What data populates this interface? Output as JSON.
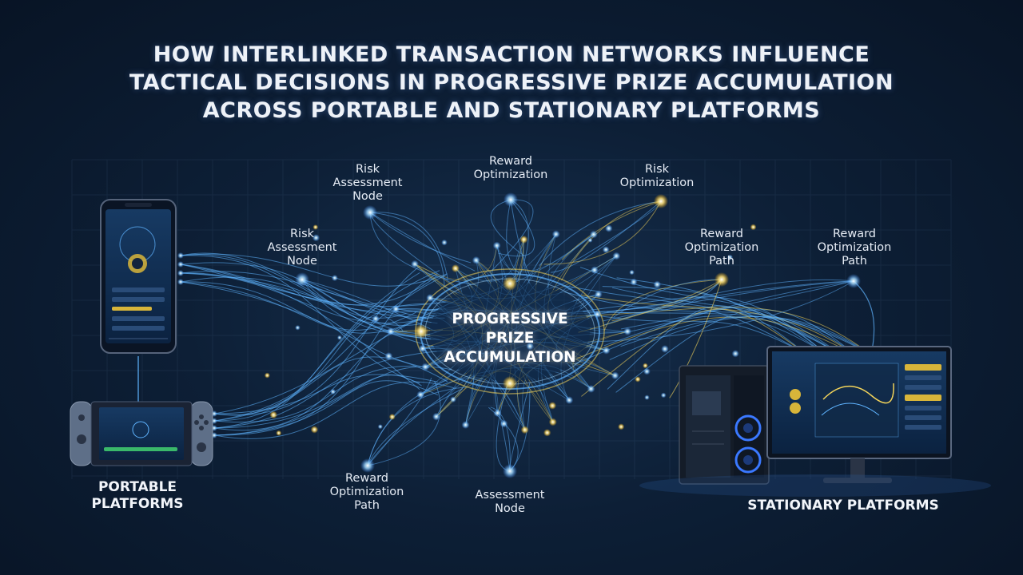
{
  "title": {
    "lines": [
      "HOW INTERLINKED TRANSACTION NETWORKS INFLUENCE",
      "TACTICAL DECISIONS IN PROGRESSIVE PRIZE ACCUMULATION",
      "ACROSS PORTABLE AND STATIONARY PLATFORMS"
    ]
  },
  "center": {
    "lines": [
      "PROGRESSIVE",
      "PRIZE",
      "ACCUMULATION"
    ]
  },
  "nodes": {
    "risk_top": {
      "lines": [
        "Risk",
        "Assessment",
        "Node"
      ]
    },
    "reward_top": {
      "lines": [
        "Reward",
        "Optimization"
      ]
    },
    "risk_opt": {
      "lines": [
        "Risk",
        "Optimization"
      ]
    },
    "risk_left": {
      "lines": [
        "Risk",
        "Assessment",
        "Node"
      ]
    },
    "reward_path_mid": {
      "lines": [
        "Reward",
        "Optimization",
        "Path"
      ]
    },
    "reward_path_right": {
      "lines": [
        "Reward",
        "Optimization",
        "Path"
      ]
    },
    "reward_path_bottom": {
      "lines": [
        "Reward",
        "Optimization",
        "Path"
      ]
    },
    "assessment_bottom": {
      "lines": [
        "Assessment",
        "Node"
      ]
    }
  },
  "platforms": {
    "portable": {
      "lines": [
        "PORTABLE",
        "PLATFORMS"
      ]
    },
    "stationary": {
      "lines": [
        "STATIONARY PLATFORMS"
      ]
    }
  },
  "colors": {
    "background": "#0d1f36",
    "blue_line": "#5fb4ff",
    "gold_line": "#f3d45a",
    "node_glow": "#9fd8ff"
  }
}
